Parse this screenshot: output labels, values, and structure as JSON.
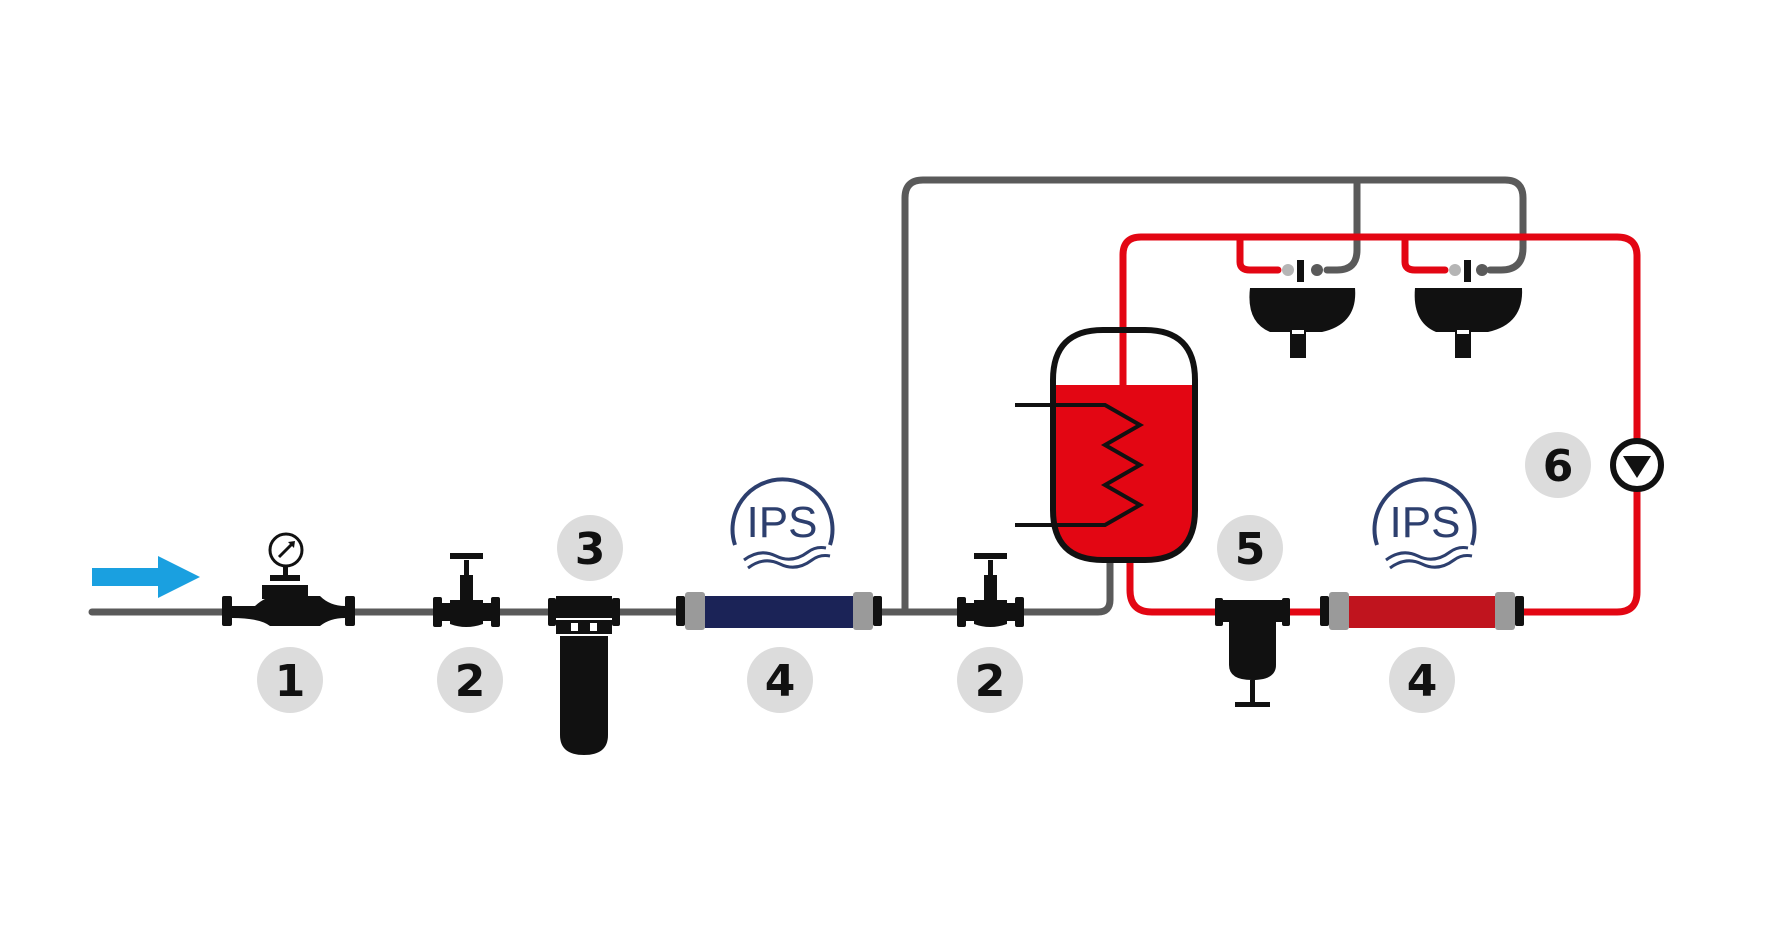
{
  "diagram": {
    "labels": {
      "water_meter": "1",
      "valve_left": "2",
      "filter": "3",
      "ips_cold": "4",
      "valve_right": "2",
      "hot_filter": "5",
      "ips_hot": "4",
      "pump": "6"
    },
    "logos": {
      "ips_cold": "IPS",
      "ips_hot": "IPS"
    },
    "colors": {
      "cold_pipe": "#5a5a5a",
      "hot_pipe": "#e30613",
      "inflow_arrow": "#1aa0e0",
      "ips_cold_body": "#1b2357",
      "ips_hot_body": "#c0141e",
      "tank_water": "#e30613",
      "marker_circle": "#dcdcdc",
      "logo_blue": "#2d3f6e"
    },
    "icons": {
      "inflow": "arrow-right-icon",
      "meter": "pressure-gauge-icon",
      "pump": "circulation-pump-icon"
    }
  }
}
